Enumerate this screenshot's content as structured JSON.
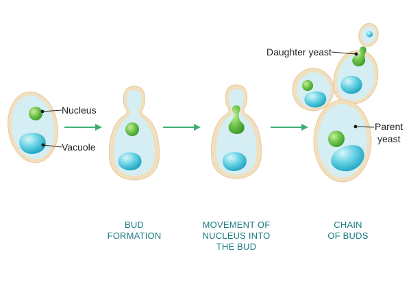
{
  "labels": {
    "nucleus": "Nucleus",
    "vacuole": "Vacuole",
    "daughter_yeast": "Daughter yeast",
    "parent_line1": "Parent",
    "parent_line2": "yeast"
  },
  "captions": {
    "bud_formation": [
      "BUD",
      "FORMATION"
    ],
    "nucleus_movement": [
      "MOVEMENT OF",
      "NUCLEUS INTO",
      "THE BUD"
    ],
    "chain_of_buds": [
      "CHAIN",
      "OF BUDS"
    ]
  },
  "colors": {
    "cell_wall": "#f1dfbd",
    "cytoplasm": "#d5eef3",
    "nucleus": "#6cc24a",
    "vacuole": "#2fb6cf",
    "arrow": "#3eae73",
    "caption_text": "#177a80"
  }
}
